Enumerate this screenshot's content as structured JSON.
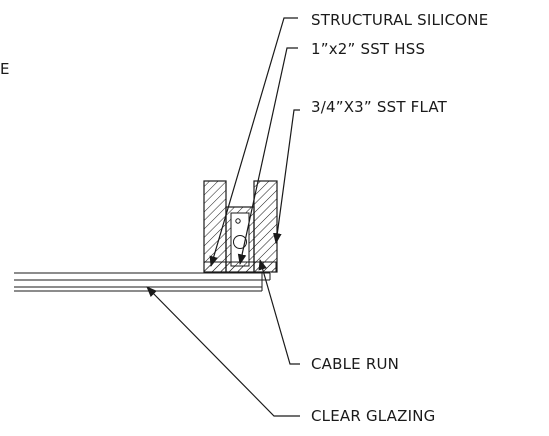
{
  "labels": {
    "structural_silicone": "STRUCTURAL SILICONE",
    "hss": "1”x2” SST HSS",
    "flat": "3/4”X3” SST FLAT",
    "cable_run": "CABLE RUN",
    "clear_glazing": "CLEAR GLAZING",
    "left_fragment": "E"
  }
}
